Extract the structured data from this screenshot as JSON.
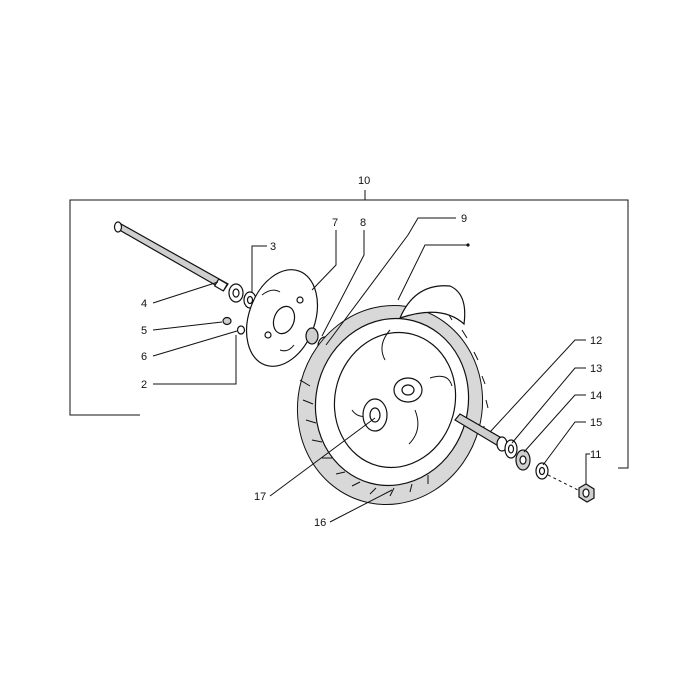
{
  "diagram": {
    "labels": {
      "l10": "10",
      "l2": "2",
      "l3": "3",
      "l4": "4",
      "l5": "5",
      "l6": "6",
      "l7": "7",
      "l8": "8",
      "l9": "9",
      "l11": "11",
      "l12": "12",
      "l13": "13",
      "l14": "14",
      "l15": "15",
      "l16": "16",
      "l17": "17"
    }
  }
}
